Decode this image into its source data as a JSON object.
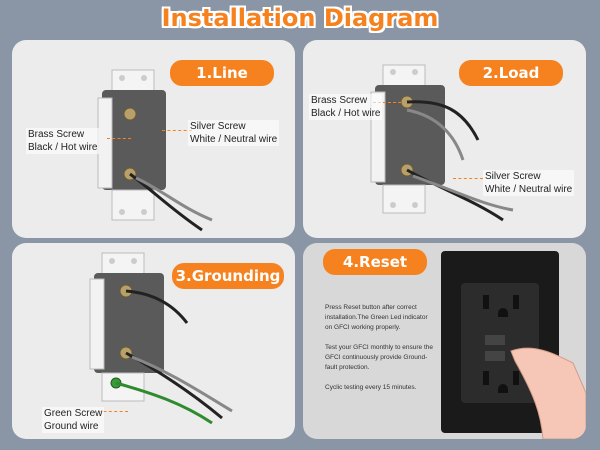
{
  "title": "Installation Diagram",
  "panels": [
    {
      "step": "1.Line",
      "labels": [
        {
          "line1": "Brass Screw",
          "line2": "Black / Hot wire"
        },
        {
          "line1": "Silver Screw",
          "line2": "White / Neutral wire"
        }
      ]
    },
    {
      "step": "2.Load",
      "labels": [
        {
          "line1": "Brass Screw",
          "line2": "Black / Hot wire"
        },
        {
          "line1": "Silver Screw",
          "line2": "White / Neutral wire"
        }
      ]
    },
    {
      "step": "3.Grounding",
      "labels": [
        {
          "line1": "Green Screw",
          "line2": "Ground wire"
        }
      ]
    },
    {
      "step": "4.Reset",
      "paragraphs": [
        "Press Reset button after correct installation.The Green Led indicator on GFCI working properly.",
        "Test your GFCI monthly to ensure the GFCI continuously provide Ground-fault protection.",
        "Cyclic testing every 15 minutes."
      ]
    }
  ],
  "colors": {
    "accent": "#f5821f",
    "background": "#8a96a6",
    "panel": "#ececec"
  }
}
